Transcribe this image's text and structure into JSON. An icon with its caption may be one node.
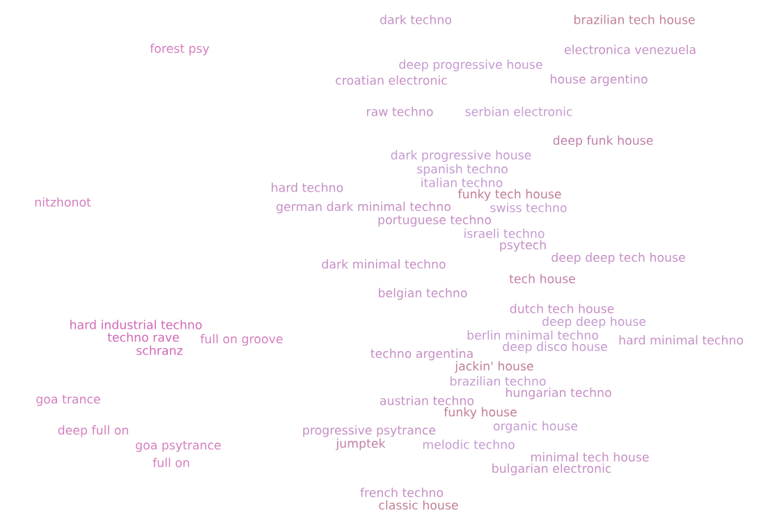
{
  "diagram": {
    "labels": [
      "dark techno",
      "brazilian tech house",
      "forest psy",
      "electronica venezuela",
      "deep progressive house",
      "croatian electronic",
      "house argentino",
      "raw techno",
      "serbian electronic",
      "deep funk house",
      "dark progressive house",
      "spanish techno",
      "italian techno",
      "hard techno",
      "funky tech house",
      "nitzhonot",
      "german dark minimal techno",
      "swiss techno",
      "portuguese techno",
      "israeli techno",
      "psytech",
      "deep deep tech house",
      "dark minimal techno",
      "tech house",
      "belgian techno",
      "dutch tech house",
      "deep deep house",
      "hard industrial techno",
      "techno rave",
      "berlin minimal techno",
      "full on groove",
      "hard minimal techno",
      "deep disco house",
      "schranz",
      "techno argentina",
      "jackin' house",
      "brazilian techno",
      "hungarian techno",
      "goa trance",
      "austrian techno",
      "funky house",
      "organic house",
      "deep full on",
      "progressive psytrance",
      "jumptek",
      "melodic techno",
      "goa psytrance",
      "minimal tech house",
      "full on",
      "bulgarian electronic",
      "french techno",
      "classic house"
    ]
  }
}
